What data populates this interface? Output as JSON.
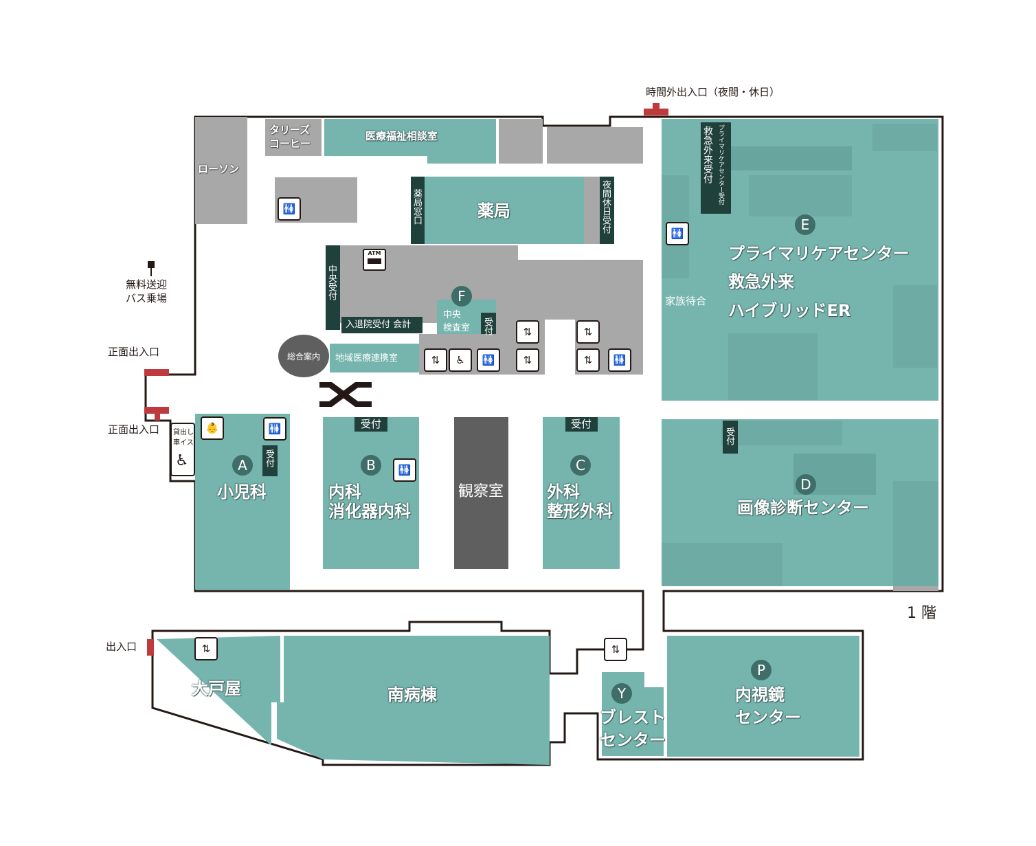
{
  "floor_label": "1 階",
  "entrances": {
    "after_hours": "時間外出入口（夜間・休日）",
    "main_1": "正面出入口",
    "main_2": "正面出入口",
    "south": "出入口",
    "bus_stop_line1": "無料送迎",
    "bus_stop_line2": "バス乗場"
  },
  "shops": {
    "tullys_line1": "タリーズ",
    "tullys_line2": "コーヒー",
    "lawson": "ローソン"
  },
  "rooms": {
    "welfare_consult": "医療福祉相談室",
    "pharmacy": "薬局",
    "pharmacy_window": "薬局窓口",
    "night_holiday_reception": "夜間休日受付",
    "central_reception": "中央受付",
    "admission_discharge": "入退院受付 会計",
    "central_lab_line1": "中央",
    "central_lab_line2": "検査室",
    "lab_reception": "受付",
    "info_desk": "総合案内",
    "regional_liaison": "地域医療連携室",
    "observation": "観察室",
    "family_waiting": "家族待合",
    "primary_care_reception": "プライマリケアセンター受付",
    "emergency_reception": "救急外来受付",
    "wheelchair_rental_line1": "貸出し",
    "wheelchair_rental_line2": "車イス"
  },
  "zones": {
    "A": {
      "letter": "A",
      "name": "小児科",
      "reception": "受付"
    },
    "B": {
      "letter": "B",
      "name_line1": "内科",
      "name_line2": "消化器内科",
      "reception": "受付"
    },
    "C": {
      "letter": "C",
      "name_line1": "外科",
      "name_line2": "整形外科",
      "reception": "受付"
    },
    "D": {
      "letter": "D",
      "name": "画像診断センター",
      "reception": "受付"
    },
    "E": {
      "letter": "E",
      "name_line1": "プライマリケアセンター",
      "name_line2": "救急外来",
      "name_line3": "ハイブリッドER"
    },
    "F": {
      "letter": "F"
    },
    "P": {
      "letter": "P",
      "name_line1": "内視鏡",
      "name_line2": "センター"
    },
    "Y": {
      "letter": "Y",
      "name_line1": "ブレスト",
      "name_line2": "センター"
    }
  },
  "wards": {
    "oedoya": "大戸屋",
    "south_ward": "南病棟"
  },
  "atm_label": "ATM",
  "colors": {
    "department": "#76b4ae",
    "facility": "#a8a8a8",
    "observation": "#5f5f5f",
    "reception_tag": "#20403c",
    "entrance_marker": "#c0393d",
    "badge": "#3f6d68"
  },
  "icons": [
    "restroom-icon",
    "elevator-icon",
    "wheelchair-icon",
    "baby-icon",
    "atm-icon",
    "escalator-icon"
  ]
}
